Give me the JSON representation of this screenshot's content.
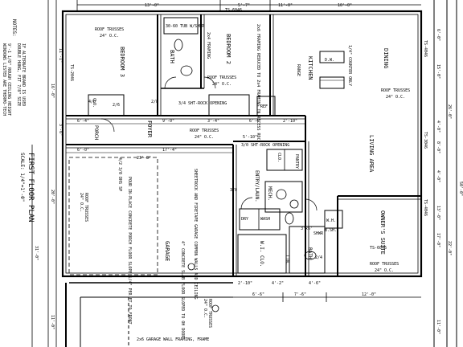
{
  "title": "FIRST FLOOR PLAN",
  "scale": "SCALE: 1/4\"=1'-0\"",
  "notes": {
    "heading": "NOTES:",
    "lines": [
      "9'-1 1/8\" ROUGH CEILING HEIGHT",
      "WINDOWS LISTED ARE THERMO-TECH",
      "DOUBLE HUNG, FIT 7/8\" SIZE",
      "IF ALTERNATE BRAND IS USED"
    ]
  },
  "rooms": {
    "bedroom3": "BEDROOM 3",
    "bedroom2": "BEDROOM 2",
    "bath": "BATH",
    "kitchen": "KITCHEN",
    "dining": "DINING",
    "foyer": "FOYER",
    "porch": "PORCH",
    "living_area": "LIVING AREA",
    "entry_laun": "ENTRY/LAUN.",
    "mech": "MECH.",
    "pantry": "PANTRY",
    "owners_suite": "OWNER'S SUITE",
    "wic": "W.I. CLO.",
    "garage": "GARAGE",
    "bath2": "BATH",
    "clo": "CLO.",
    "clo2": "CLO.",
    "lin": "LIN.",
    "dry": "DRY",
    "wash": "WASH",
    "dw": "D.W.",
    "ref": "REF",
    "range": "RANGE",
    "shwr": "SHWR",
    "wh": "W.H."
  },
  "annotations": {
    "roof_trusses": "ROOF TRUSSES",
    "roof_oc": "24\" O.C.",
    "tub": "30-60 TUB W/SHWR",
    "framing_24": "2x4 FRAMING",
    "framing_note": "2x6 FRAMING REDUCED TO 2x4 FRAMING IN RECESS RDC",
    "counter": "1/4\" COUNTER ONLY",
    "sht_rock": "3/4 SHT-ROCK OPENING",
    "sht_rock2": "3/0 SHT-ROCK OPENING",
    "garage_note": "2x6 GARAGE WALL FRAMING, FRAME",
    "garage_wall": "SHEETROCK AND FIRETAPE GARAGE COMMON WALLS AND CEILING",
    "garage_floor": "4\" CONCRETE SLAB FLOOR SLOPED TO OH DOOR",
    "porch_note": "POUR IN-PLACE CONCRETE PORCH FLOOR SLOPE 1/4\" PER FT TO FRONT",
    "porch_slab": "4/2 3/0 DHS SP",
    "clo_opening": "3/4 SHT-ROCK OPENING",
    "ts_top": "TS-6046",
    "ts_dining": "TS-3046",
    "ts_owner": "TS-4046",
    "ts_left": "TS-2046",
    "ts_kitchen": "TS-4046",
    "ts_owner2": "TS-6046",
    "door_30": "3/0",
    "door_28": "2/8",
    "door_26": "2/6",
    "door_40": "4/0",
    "door_24": "2/4",
    "sft": "3'x6'",
    "bsh": "B.SH."
  },
  "dims": {
    "top1": "5'-7\"",
    "top2": "13'-0\"",
    "top3": "10'-0\"",
    "top4": "11'-0\"",
    "left1": "11'-1\"",
    "left2": "16'-0\"",
    "left3": "20'-0\"",
    "left4": "31'-0\"",
    "left5": "11'-0\"",
    "left6": "3'-6\"",
    "right1": "6'-0\"",
    "right2": "15'-0\"",
    "right3": "26'-0\"",
    "right4": "4'-0\"",
    "right5": "4'-0\"",
    "right6": "17'-0\"",
    "right7": "22'-0\"",
    "right8": "50'-0\"",
    "right9": "11'-0\"",
    "right10": "13'-0\"",
    "right11": "8'-0\"",
    "mid1": "6'-4\"",
    "mid2": "9'-0\"",
    "mid3": "3'-4\"",
    "mid4": "6'-4\"",
    "mid5": "2'-10\"",
    "mid6": "6'-0\"",
    "mid7": "17'-4\"",
    "mid8": "23'-8\"",
    "mid9": "5'-10\"",
    "bot1": "6'-6\"",
    "bot2": "7'-6\"",
    "bot3": "12'-0\"",
    "bot4": "2'-10\"",
    "bot5": "4'-2\"",
    "bot6": "4'-6\""
  }
}
